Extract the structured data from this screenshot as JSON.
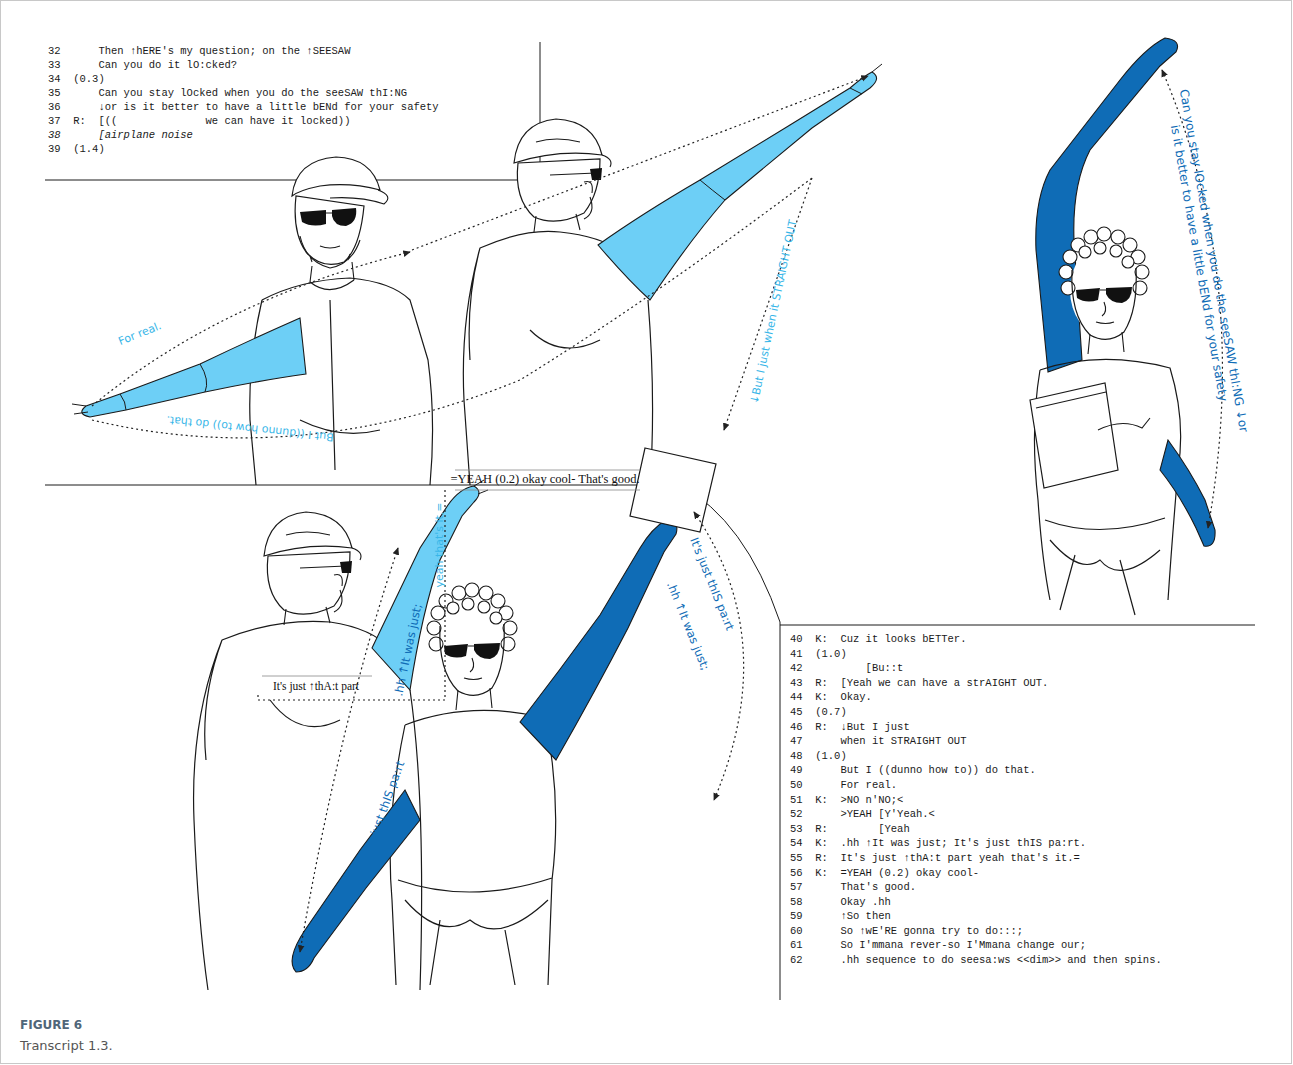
{
  "diagram": {
    "title": "FIGURE 6",
    "caption": "Transcript 1.3.",
    "nodes": [
      {
        "text": [
          "32      Then ↑hERE's my question; on the ↑SEESAW",
          "33      Can you do it lO:cked?",
          "34  (0.3)",
          "35      Can you stay lOcked when you do the seeSAW thI:NG",
          "36      ↓or is it better to have a little bENd for your safety",
          "37  R:  [((              we can have it locked))",
          "38      [airplane noise",
          "39  (1.4)"
        ]
      },
      {
        "text": [
          "40  K:  Cuz it looks bETTer.",
          "41  (1.0)",
          "42          [Bu::t",
          "43  R:  [Yeah we can have a strAIGHT OUT.",
          "44  K:  Okay.",
          "45  (0.7)",
          "46  R:  ↓But I just",
          "47      when it STRAIGHT OUT",
          "48  (1.0)",
          "49      But I ((dunno how to)) do that.",
          "50      For real.",
          "51  K:  >NO n'NO;<",
          "52      >YEAH [Y'Yeah.<",
          "53  R:        [Yeah",
          "54  K:  .hh ↑It was just; It's just thIS pa:rt.",
          "55  R:  It's just ↑thA:t part yeah that's it.=",
          "56  K:  =YEAH (0.2) okay cool-",
          "57      That's good.",
          "58      Okay .hh",
          "59      ↑So then",
          "60      So ↑wE'RE gonna try to do:::;",
          "61      So I'mmana rever-so I'Mmana change our;",
          "62      .hh sequence to do seesa:ws <<dim>> and then spins."
        ]
      }
    ],
    "labels": [
      "For real.",
      "But I ((dunno how to)) do that.",
      "↓But I just when it STRAIGHT OUT",
      "Can you stay lOcked when you do the seeSAW thI:NG ↓or is it better to have a little bENd for your safety",
      "=YEAH (0.2) okay cool- That's good.",
      "yeah that's it.=",
      "It's just ↑thA:t part",
      ".hh ↑It was just;",
      "It's just thIS pa:rt",
      "It's just thIS pa:rt",
      ".hh ↑It was just;"
    ]
  }
}
